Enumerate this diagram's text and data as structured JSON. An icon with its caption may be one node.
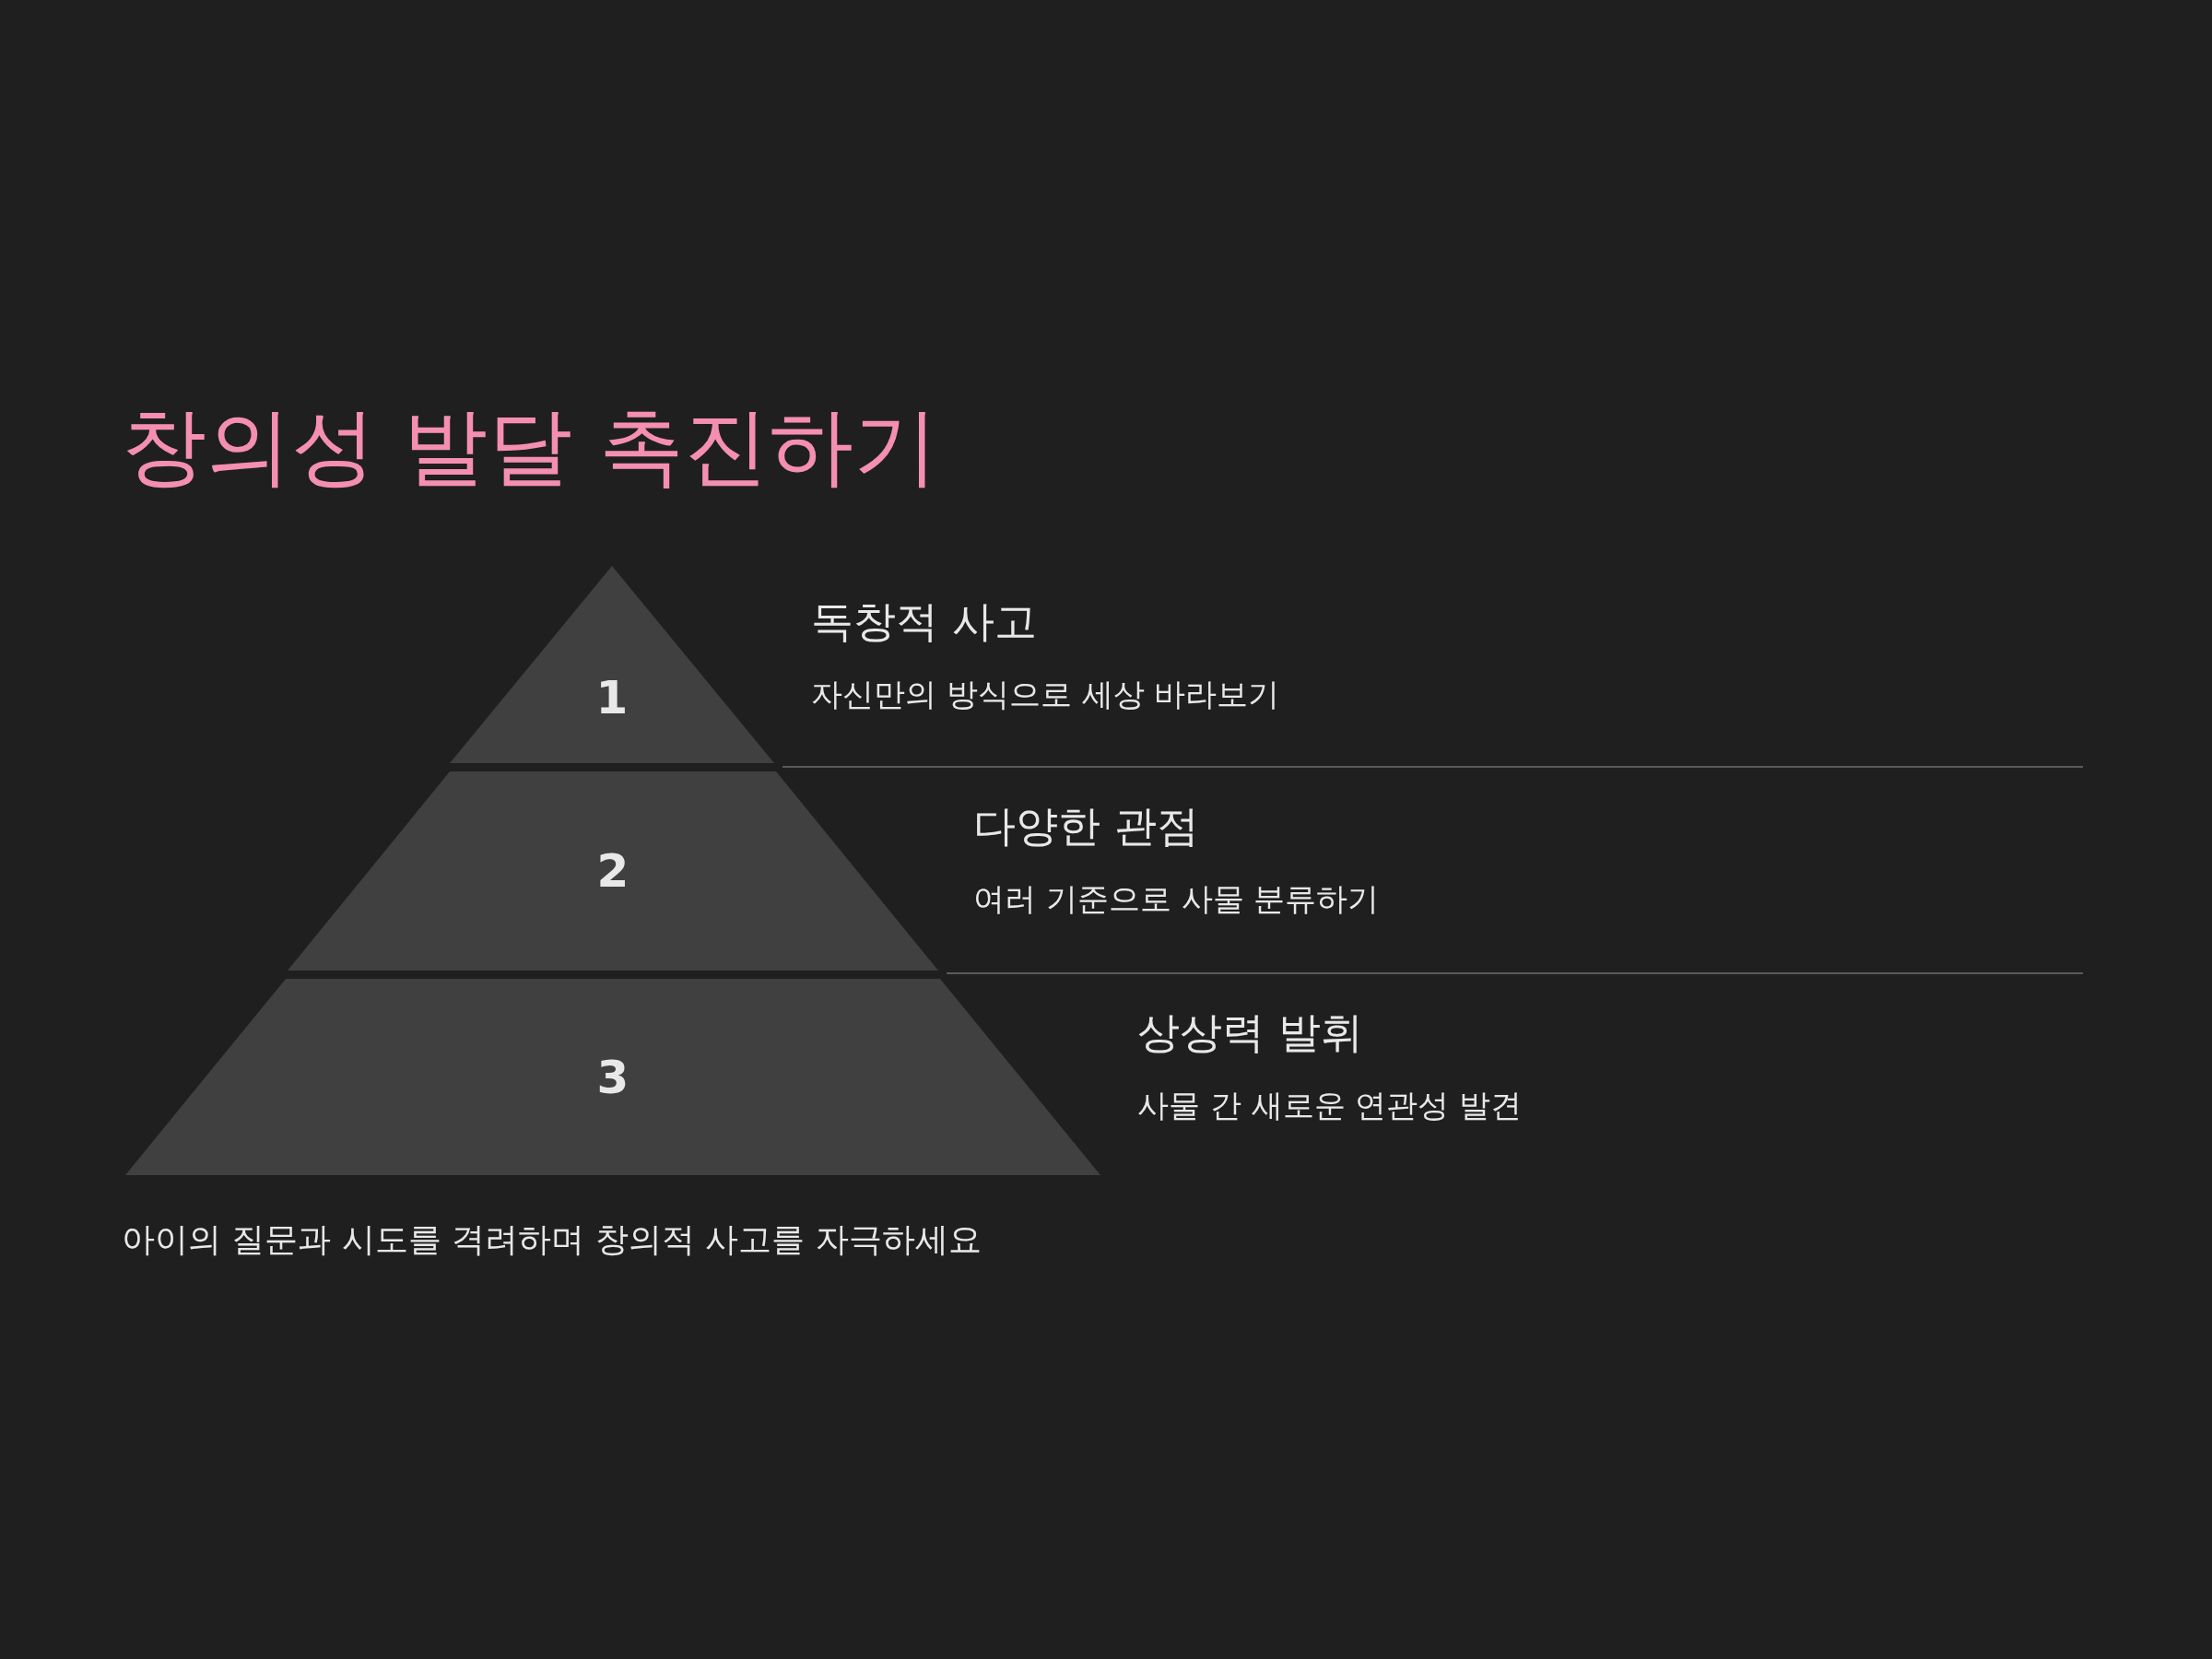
{
  "diagram": {
    "title": "창의성 발달 촉진하기",
    "nodes": [
      {
        "text": [
          "1"
        ],
        "beside": [
          "독창적 사고",
          "자신만의 방식으로 세상 바라보기"
        ]
      },
      {
        "text": [
          "2"
        ],
        "beside": [
          "다양한 관점",
          "여러 기준으로 사물 분류하기"
        ]
      },
      {
        "text": [
          "3"
        ],
        "beside": [
          "상상력 발휘",
          "사물 간 새로운 연관성 발견"
        ]
      }
    ],
    "labels": [
      "아이의 질문과 시도를 격려하며 창의적 사고를 자극하세요"
    ]
  }
}
